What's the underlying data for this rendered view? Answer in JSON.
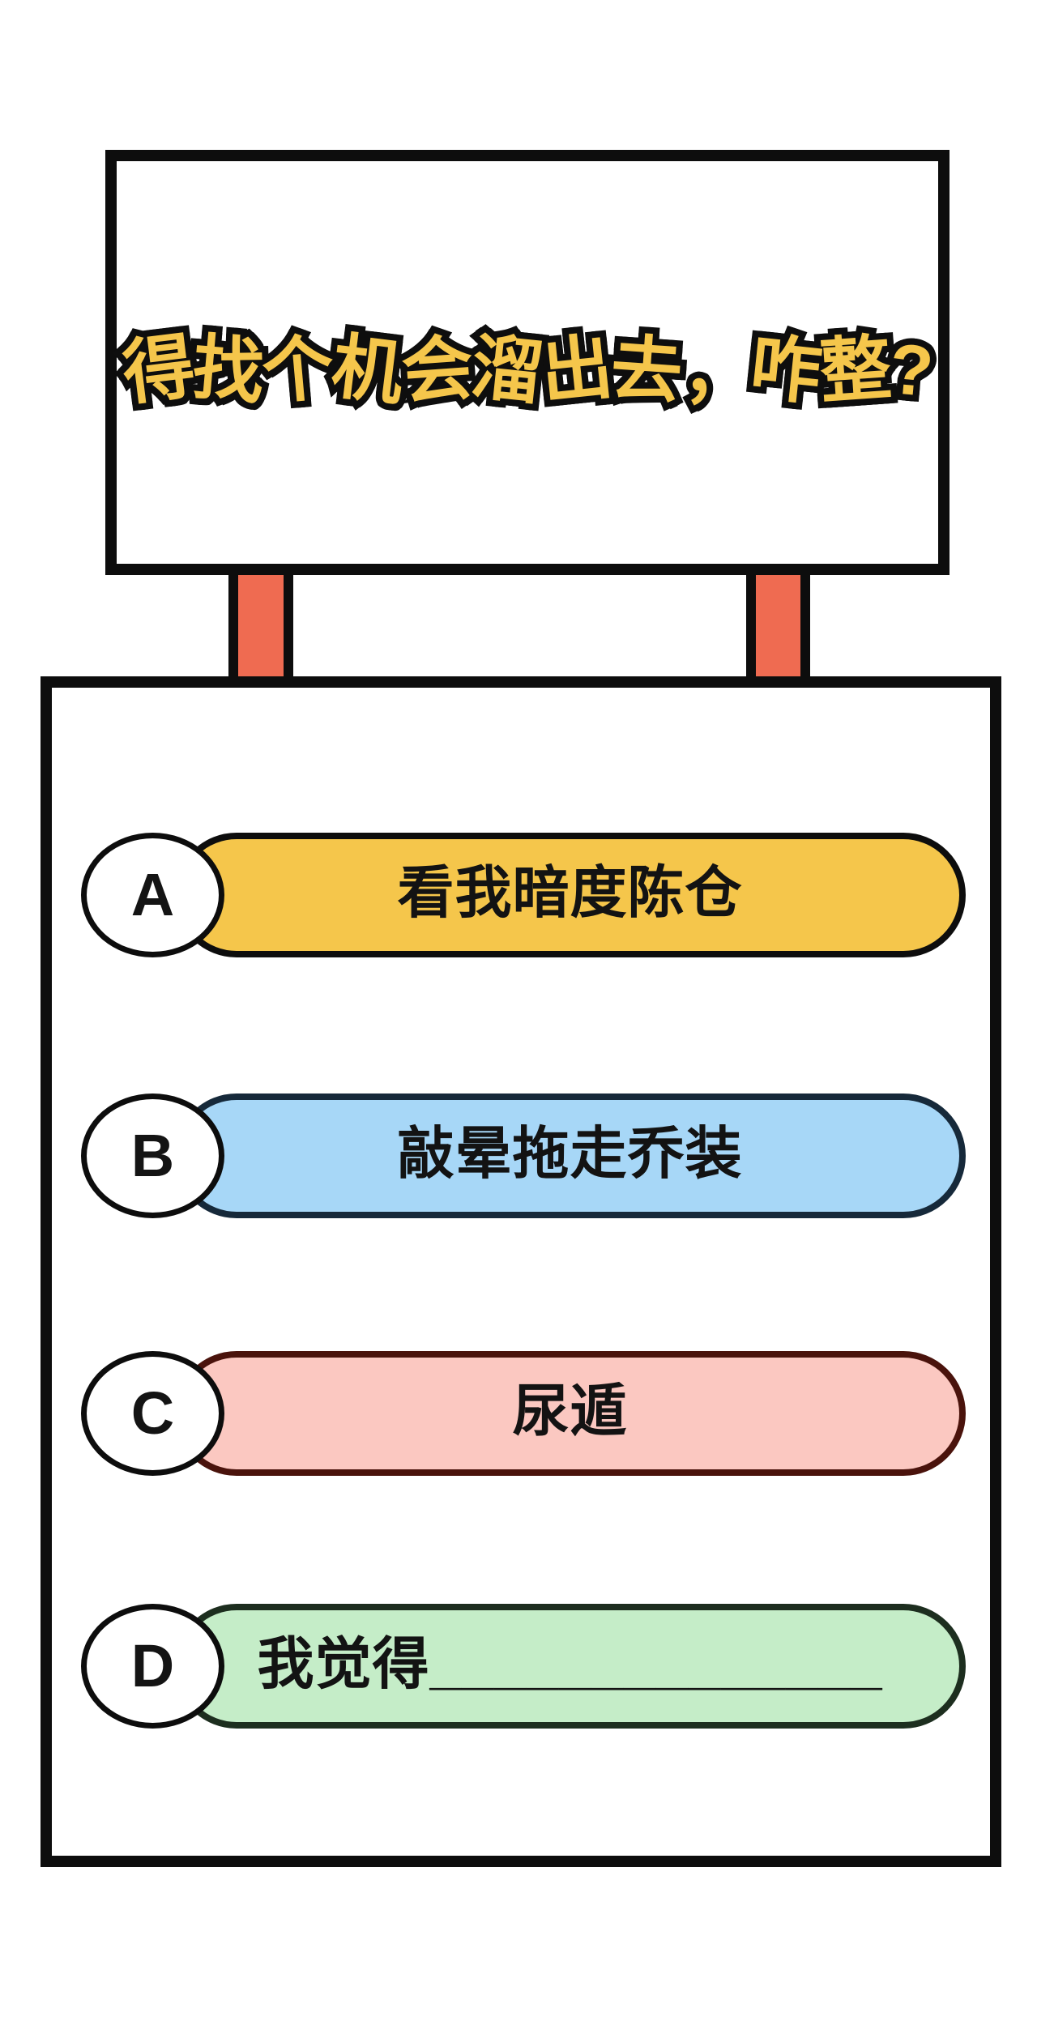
{
  "sign": {
    "question": "得找个机会溜出去，咋整?"
  },
  "options": [
    {
      "letter": "A",
      "text": "看我暗度陈仓",
      "fill": "#F5C64B",
      "border": "#0D0D0D"
    },
    {
      "letter": "B",
      "text": "敲晕拖走乔装",
      "fill": "#A7D7F7",
      "border": "#16293A"
    },
    {
      "letter": "C",
      "text": "尿遁",
      "fill": "#FBC8C1",
      "border": "#4A130C"
    },
    {
      "letter": "D",
      "text": "我觉得______________",
      "fill": "#C5EDC8",
      "border": "#1D2E1F"
    }
  ],
  "colors": {
    "background": "#FFFFFF",
    "frame": "#0D0D0D",
    "post_red": "#EF6B51",
    "title_yellow": "#F5C64B",
    "title_outline": "#0E0E0E"
  }
}
